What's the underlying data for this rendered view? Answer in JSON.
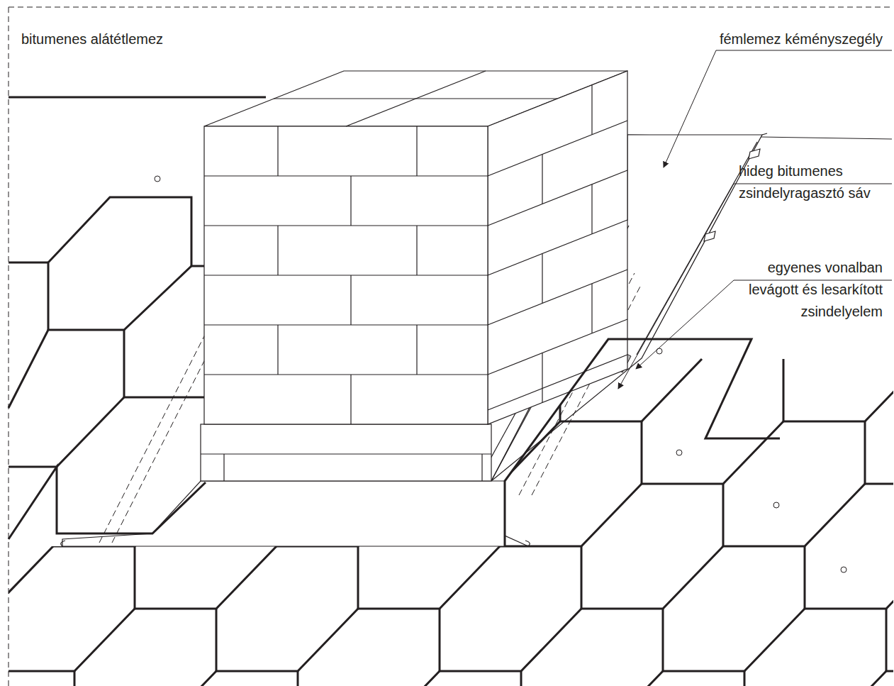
{
  "diagram": {
    "labels": [
      "bitumenes alátétlemez",
      "fémlemez kéményszegély",
      "hideg bitumenes zsindelyragasztó sáv",
      "egyenes vonalban levágott és lesarkított zsindelyelem"
    ]
  }
}
